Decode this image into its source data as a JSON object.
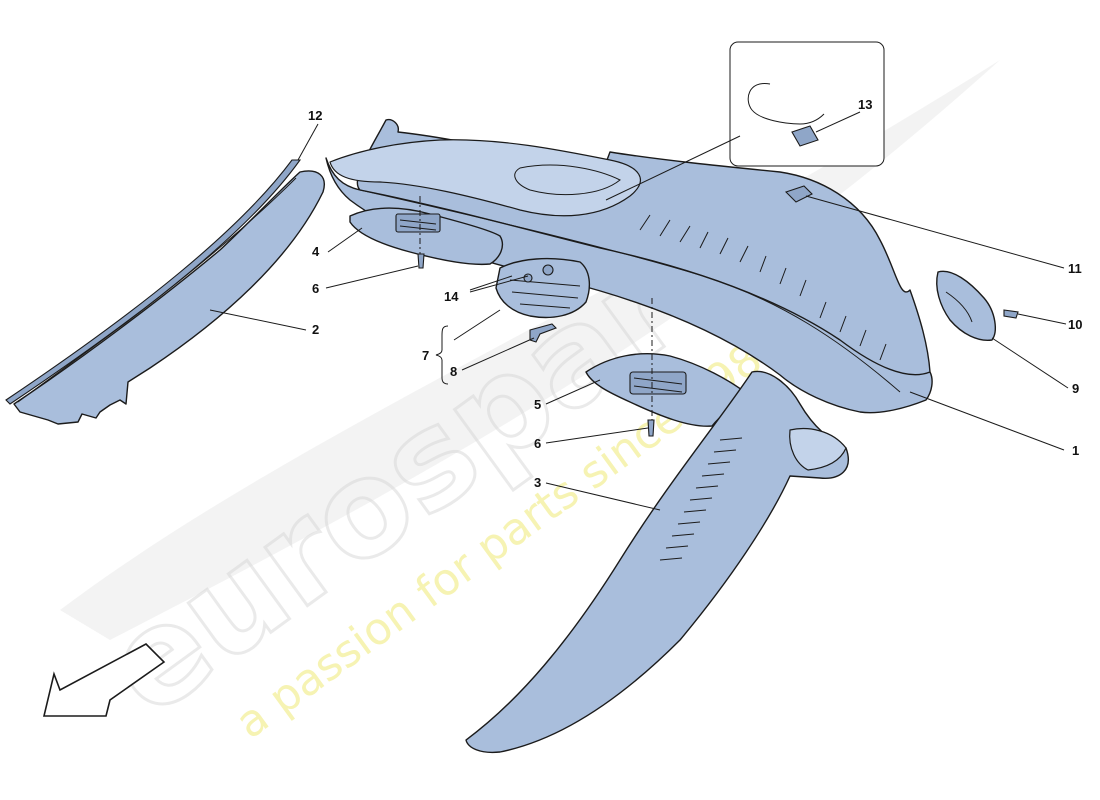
{
  "diagram": {
    "watermark": {
      "brand": "eurospares",
      "tagline": "a passion for parts since 1985"
    },
    "callouts": [
      {
        "id": "c1",
        "text": "1"
      },
      {
        "id": "c2",
        "text": "2"
      },
      {
        "id": "c3",
        "text": "3"
      },
      {
        "id": "c4",
        "text": "4"
      },
      {
        "id": "c5",
        "text": "5"
      },
      {
        "id": "c6a",
        "text": "6"
      },
      {
        "id": "c6b",
        "text": "6"
      },
      {
        "id": "c7",
        "text": "7"
      },
      {
        "id": "c8",
        "text": "8"
      },
      {
        "id": "c9",
        "text": "9"
      },
      {
        "id": "c10",
        "text": "10"
      },
      {
        "id": "c11",
        "text": "11"
      },
      {
        "id": "c12",
        "text": "12"
      },
      {
        "id": "c13",
        "text": "13"
      },
      {
        "id": "c14",
        "text": "14"
      }
    ],
    "colors": {
      "part_fill": "#a9bedc",
      "outline": "#1b1b1b",
      "watermark_text": "#d9d9d9",
      "watermark_tagline": "#f3ef9a"
    }
  }
}
